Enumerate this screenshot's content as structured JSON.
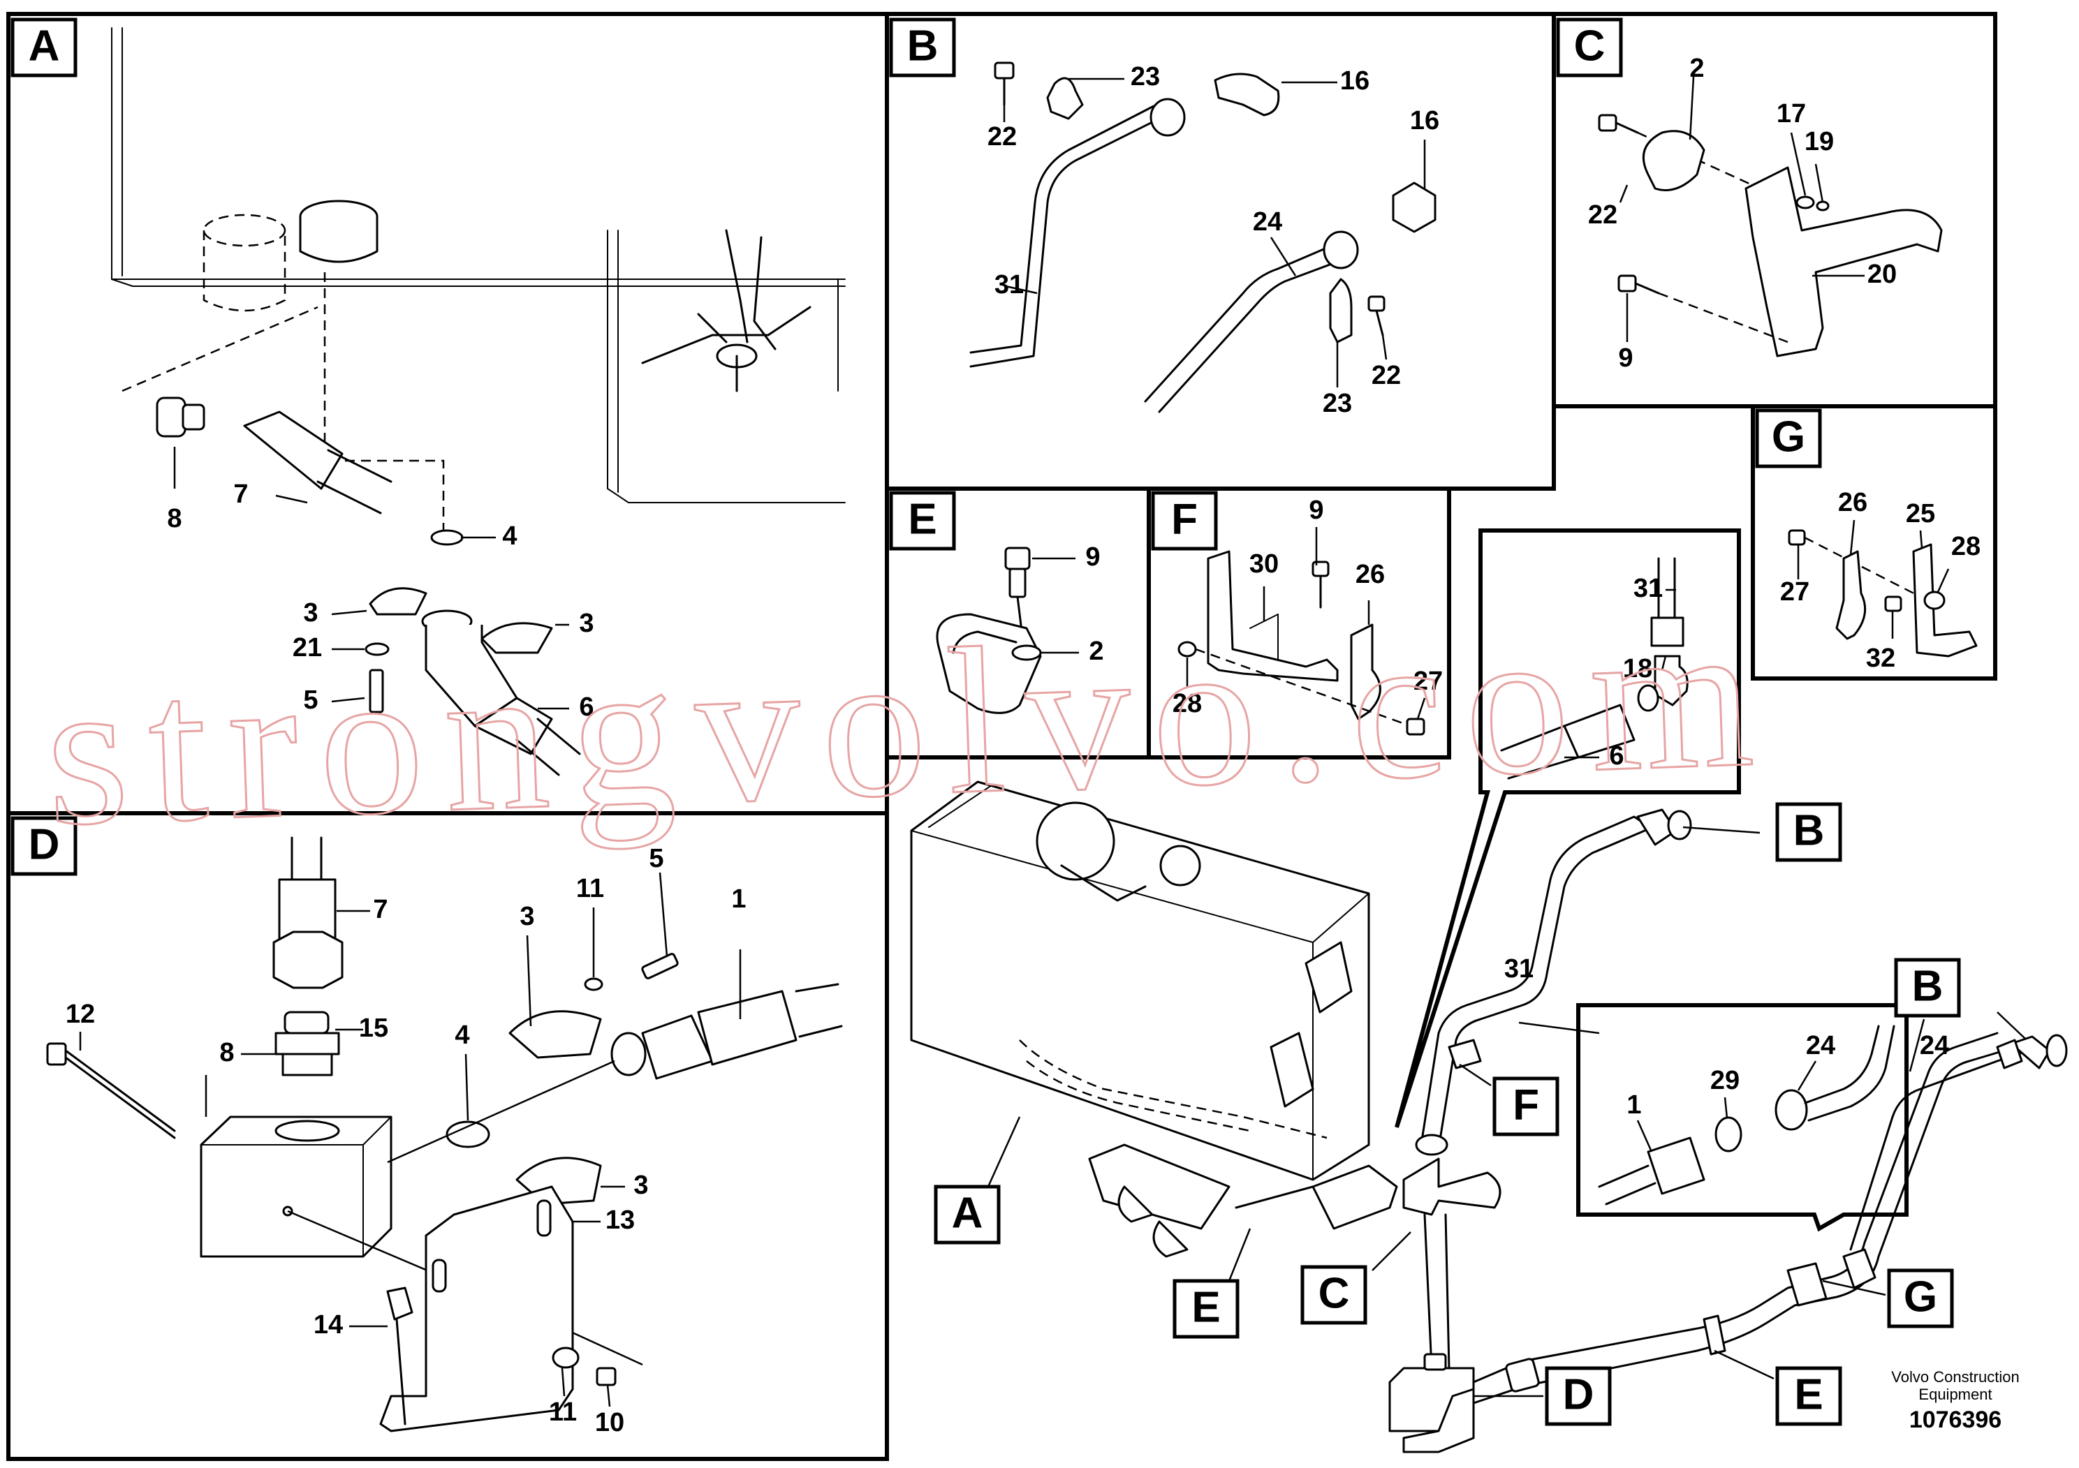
{
  "panels": {
    "A": "A",
    "B": "B",
    "C": "C",
    "D": "D",
    "E": "E",
    "F": "F",
    "G": "G"
  },
  "callouts": {
    "main_A": "A",
    "main_B1": "B",
    "main_B2": "B",
    "main_C": "C",
    "main_D": "D",
    "main_E1": "E",
    "main_E2": "E",
    "main_F": "F",
    "main_G": "G"
  },
  "parts": {
    "a8": "8",
    "a7": "7",
    "a4": "4",
    "a3a": "3",
    "a3b": "3",
    "a21": "21",
    "a5": "5",
    "a6": "6",
    "b23a": "23",
    "b22a": "22",
    "b16a": "16",
    "b16b": "16",
    "b31": "31",
    "b24": "24",
    "b23b": "23",
    "b22b": "22",
    "c2": "2",
    "c17": "17",
    "c19": "19",
    "c22": "22",
    "c20": "20",
    "c9": "9",
    "e9": "9",
    "e2": "2",
    "f9": "9",
    "f30": "30",
    "f26": "26",
    "f28": "28",
    "f27": "27",
    "g26": "26",
    "g25": "25",
    "g28": "28",
    "g27": "27",
    "g32": "32",
    "d7": "7",
    "d11a": "11",
    "d5": "5",
    "d1": "1",
    "d3a": "3",
    "d4": "4",
    "d8": "8",
    "d12": "12",
    "d15": "15",
    "d3b": "3",
    "d13": "13",
    "d14": "14",
    "d11b": "11",
    "d10": "10",
    "m31a": "31",
    "m18": "18",
    "m6": "6",
    "m31b": "31",
    "m24a": "24",
    "m29": "29",
    "m1": "1",
    "m24b": "24"
  },
  "footer": {
    "brand_line1": "Volvo Construction",
    "brand_line2": "Equipment",
    "drawing_number": "1076396"
  },
  "watermark": "strongvolvo.com"
}
